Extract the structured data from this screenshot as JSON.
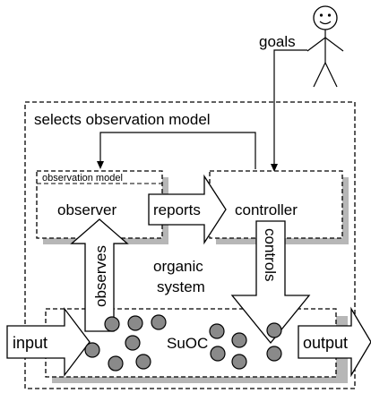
{
  "labels": {
    "goals": "goals",
    "selects_observation_model": "selects observation model",
    "observation_model": "observation model",
    "observer": "observer",
    "reports": "reports",
    "controller": "controller",
    "observes": "observes",
    "organic": "organic",
    "system": "system",
    "controls": "controls",
    "input": "input",
    "suoc": "SuOC",
    "output": "output"
  }
}
